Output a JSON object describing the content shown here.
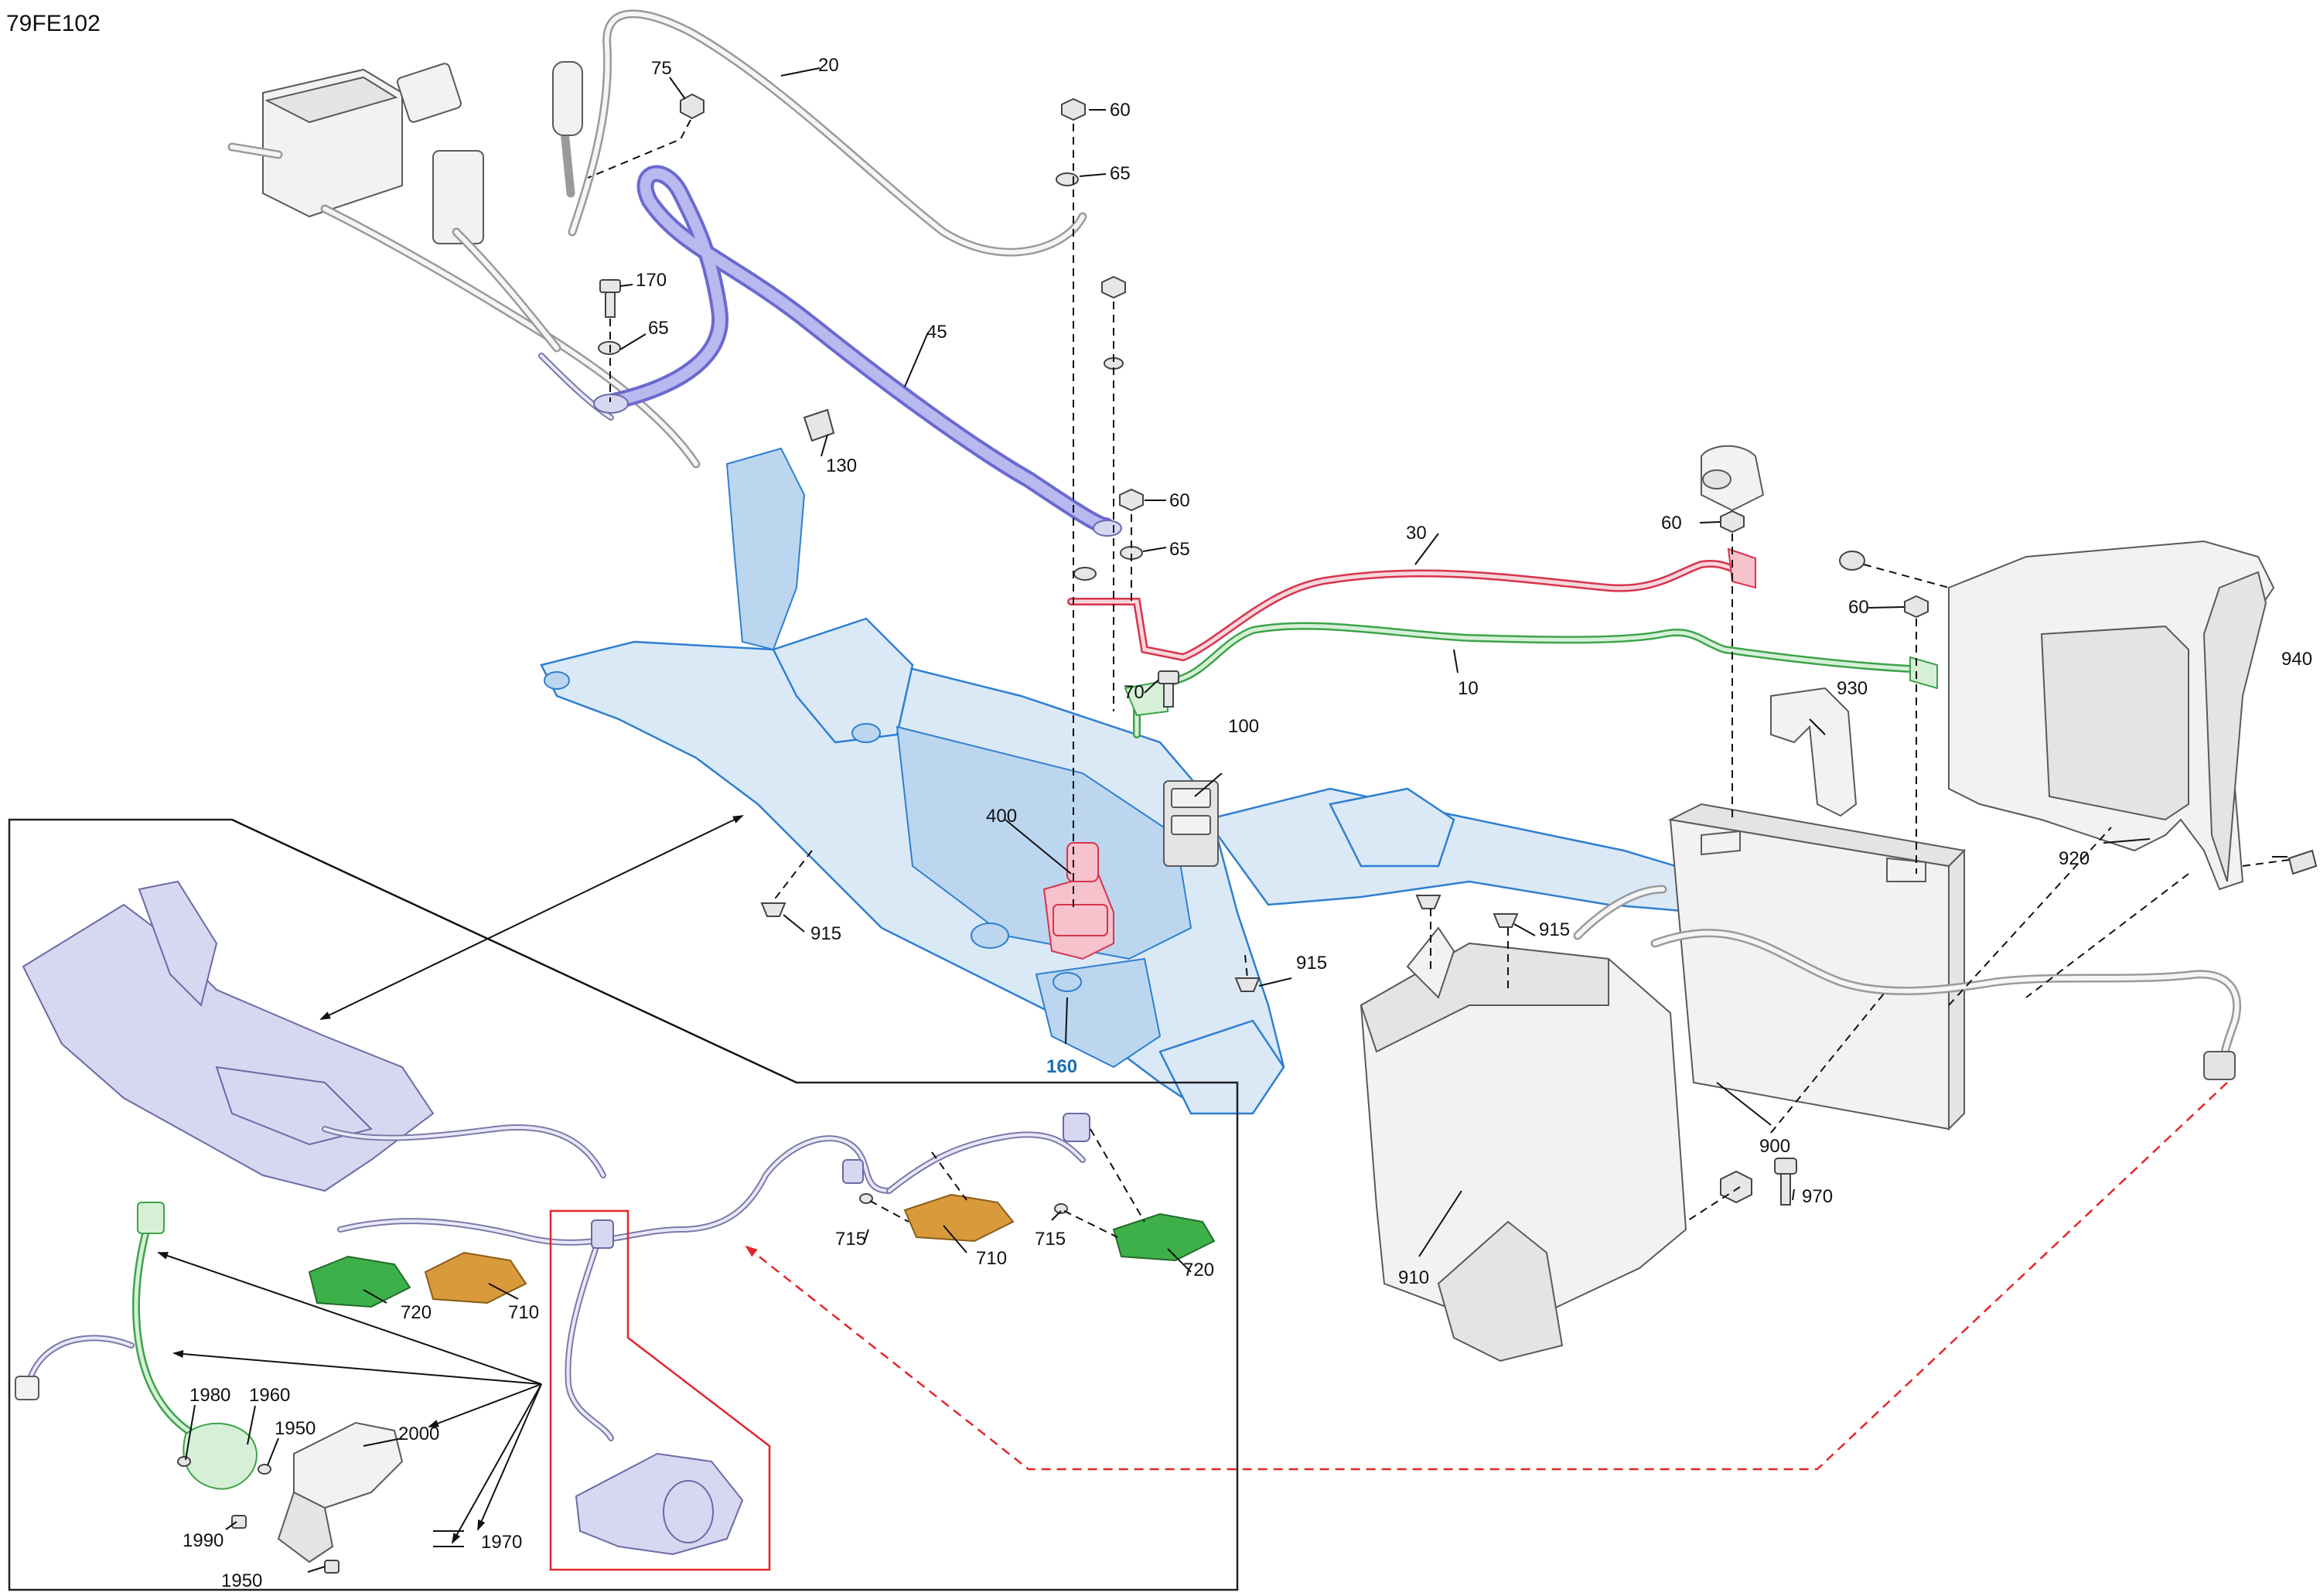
{
  "diagram_id": "79FE102",
  "callouts": {
    "c20": "20",
    "c75": "75",
    "c60a": "60",
    "c65a": "65",
    "c170": "170",
    "c65b": "65",
    "c45": "45",
    "c130": "130",
    "c60b": "60",
    "c65c": "65",
    "c30": "30",
    "c60c": "60",
    "c60d": "60",
    "c940": "940",
    "c10": "10",
    "c70": "70",
    "c100": "100",
    "c930": "930",
    "c400": "400",
    "c920": "920",
    "c915a": "915",
    "c915b": "915",
    "c915c": "915",
    "c160": "160",
    "c900": "900",
    "c970": "970",
    "c910": "910",
    "c715a": "715",
    "c710a": "710",
    "c715b": "715",
    "c720a": "720",
    "c720b": "720",
    "c710b": "710",
    "c1980": "1980",
    "c1960": "1960",
    "c1950a": "1950",
    "c2000": "2000",
    "c1990": "1990",
    "c1970": "1970",
    "c1950b": "1950"
  },
  "colors": {
    "cable_battery_positive": "#d8334c",
    "cable_battery_negative": "#3da34a",
    "cable_45": "#6a6ad0",
    "frame_160": "#2f7fd0",
    "pad_710": "#d99a3c",
    "pad_720": "#3db04a",
    "highlight_dash": "#e3262b"
  }
}
